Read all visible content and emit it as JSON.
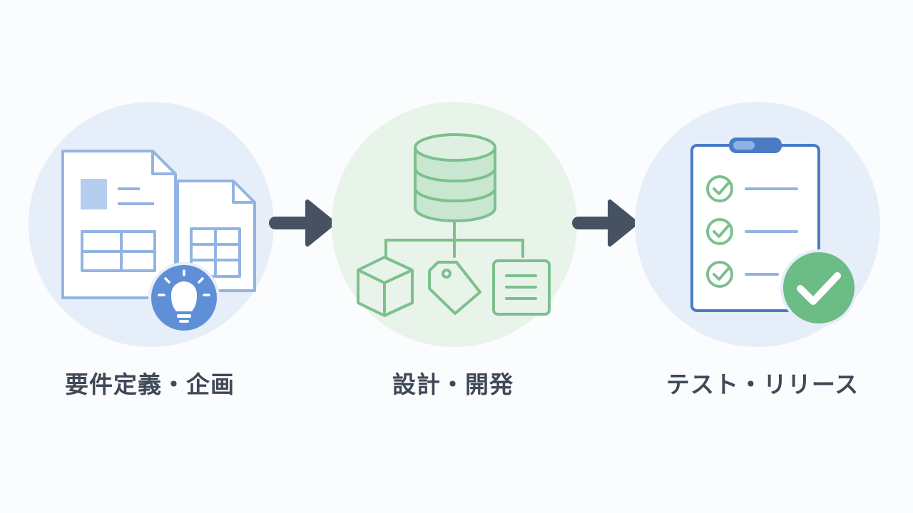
{
  "steps": [
    {
      "label": "要件定義・企画",
      "icons": [
        "document-icon",
        "spreadsheet-icon",
        "lightbulb-icon"
      ]
    },
    {
      "label": "設計・開発",
      "icons": [
        "database-icon",
        "cube-icon",
        "tag-icon",
        "document-list-icon"
      ]
    },
    {
      "label": "テスト・リリース",
      "icons": [
        "clipboard-checklist-icon",
        "check-badge-icon"
      ]
    }
  ],
  "colors": {
    "background": "#fbfcfd",
    "step1_circle": "#e6eef9",
    "step2_circle": "#e8f3ea",
    "step3_circle": "#e6eef9",
    "blue_line": "#93b4e3",
    "blue_accent": "#5f8fd6",
    "green_line": "#7cc08e",
    "green_badge": "#6cbc85",
    "arrow": "#465262",
    "label_text": "#3f4856"
  }
}
